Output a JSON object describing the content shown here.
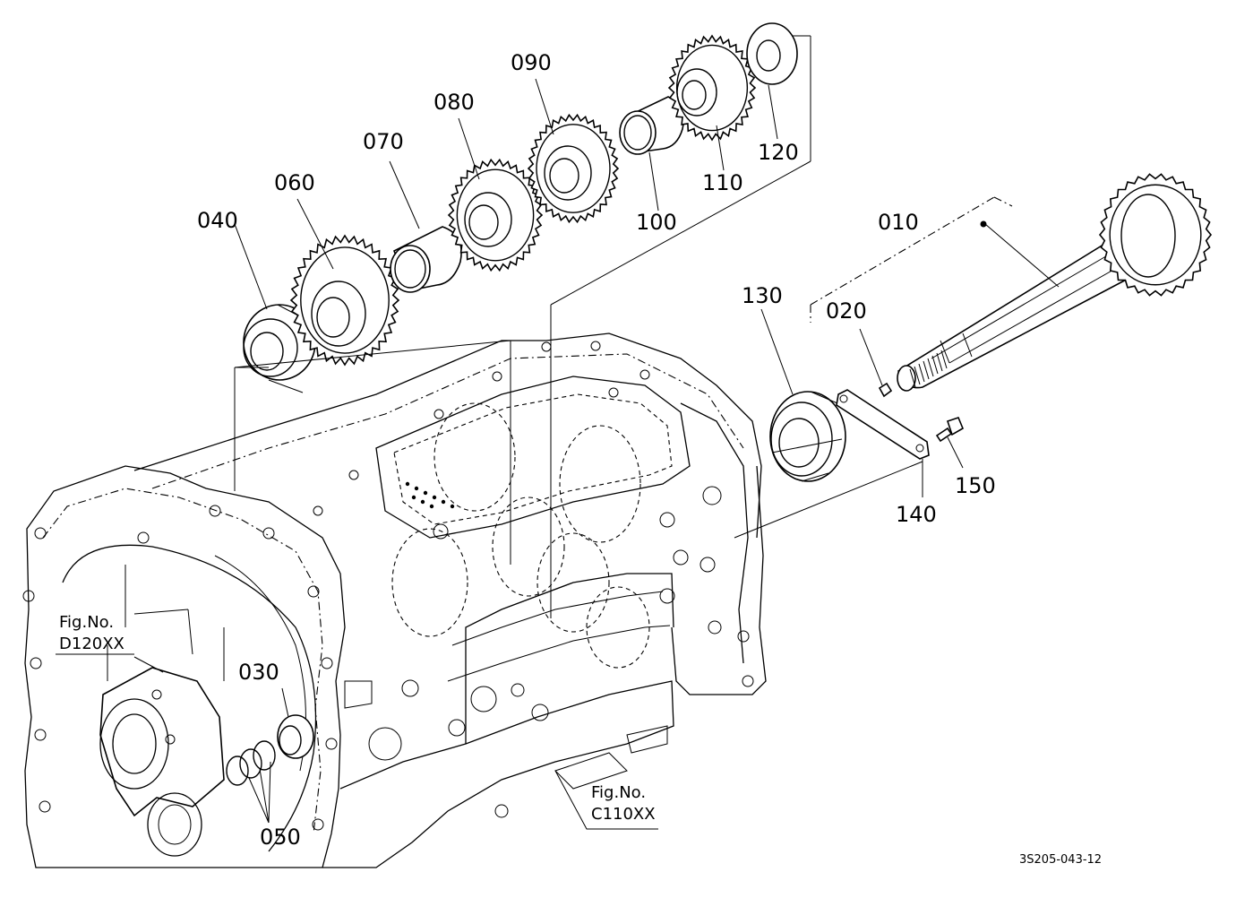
{
  "diagram": {
    "part_labels": [
      {
        "id": "010",
        "text": "010"
      },
      {
        "id": "020",
        "text": "020"
      },
      {
        "id": "030",
        "text": "030"
      },
      {
        "id": "040",
        "text": "040"
      },
      {
        "id": "050",
        "text": "050"
      },
      {
        "id": "060",
        "text": "060"
      },
      {
        "id": "070",
        "text": "070"
      },
      {
        "id": "080",
        "text": "080"
      },
      {
        "id": "090",
        "text": "090"
      },
      {
        "id": "100",
        "text": "100"
      },
      {
        "id": "110",
        "text": "110"
      },
      {
        "id": "120",
        "text": "120"
      },
      {
        "id": "130",
        "text": "130"
      },
      {
        "id": "140",
        "text": "140"
      },
      {
        "id": "150",
        "text": "150"
      }
    ],
    "figure_refs": [
      {
        "line1": "Fig.No.",
        "line2": "D120XX"
      },
      {
        "line1": "Fig.No.",
        "line2": "C110XX"
      }
    ],
    "drawing_code": "3S205-043-12"
  }
}
